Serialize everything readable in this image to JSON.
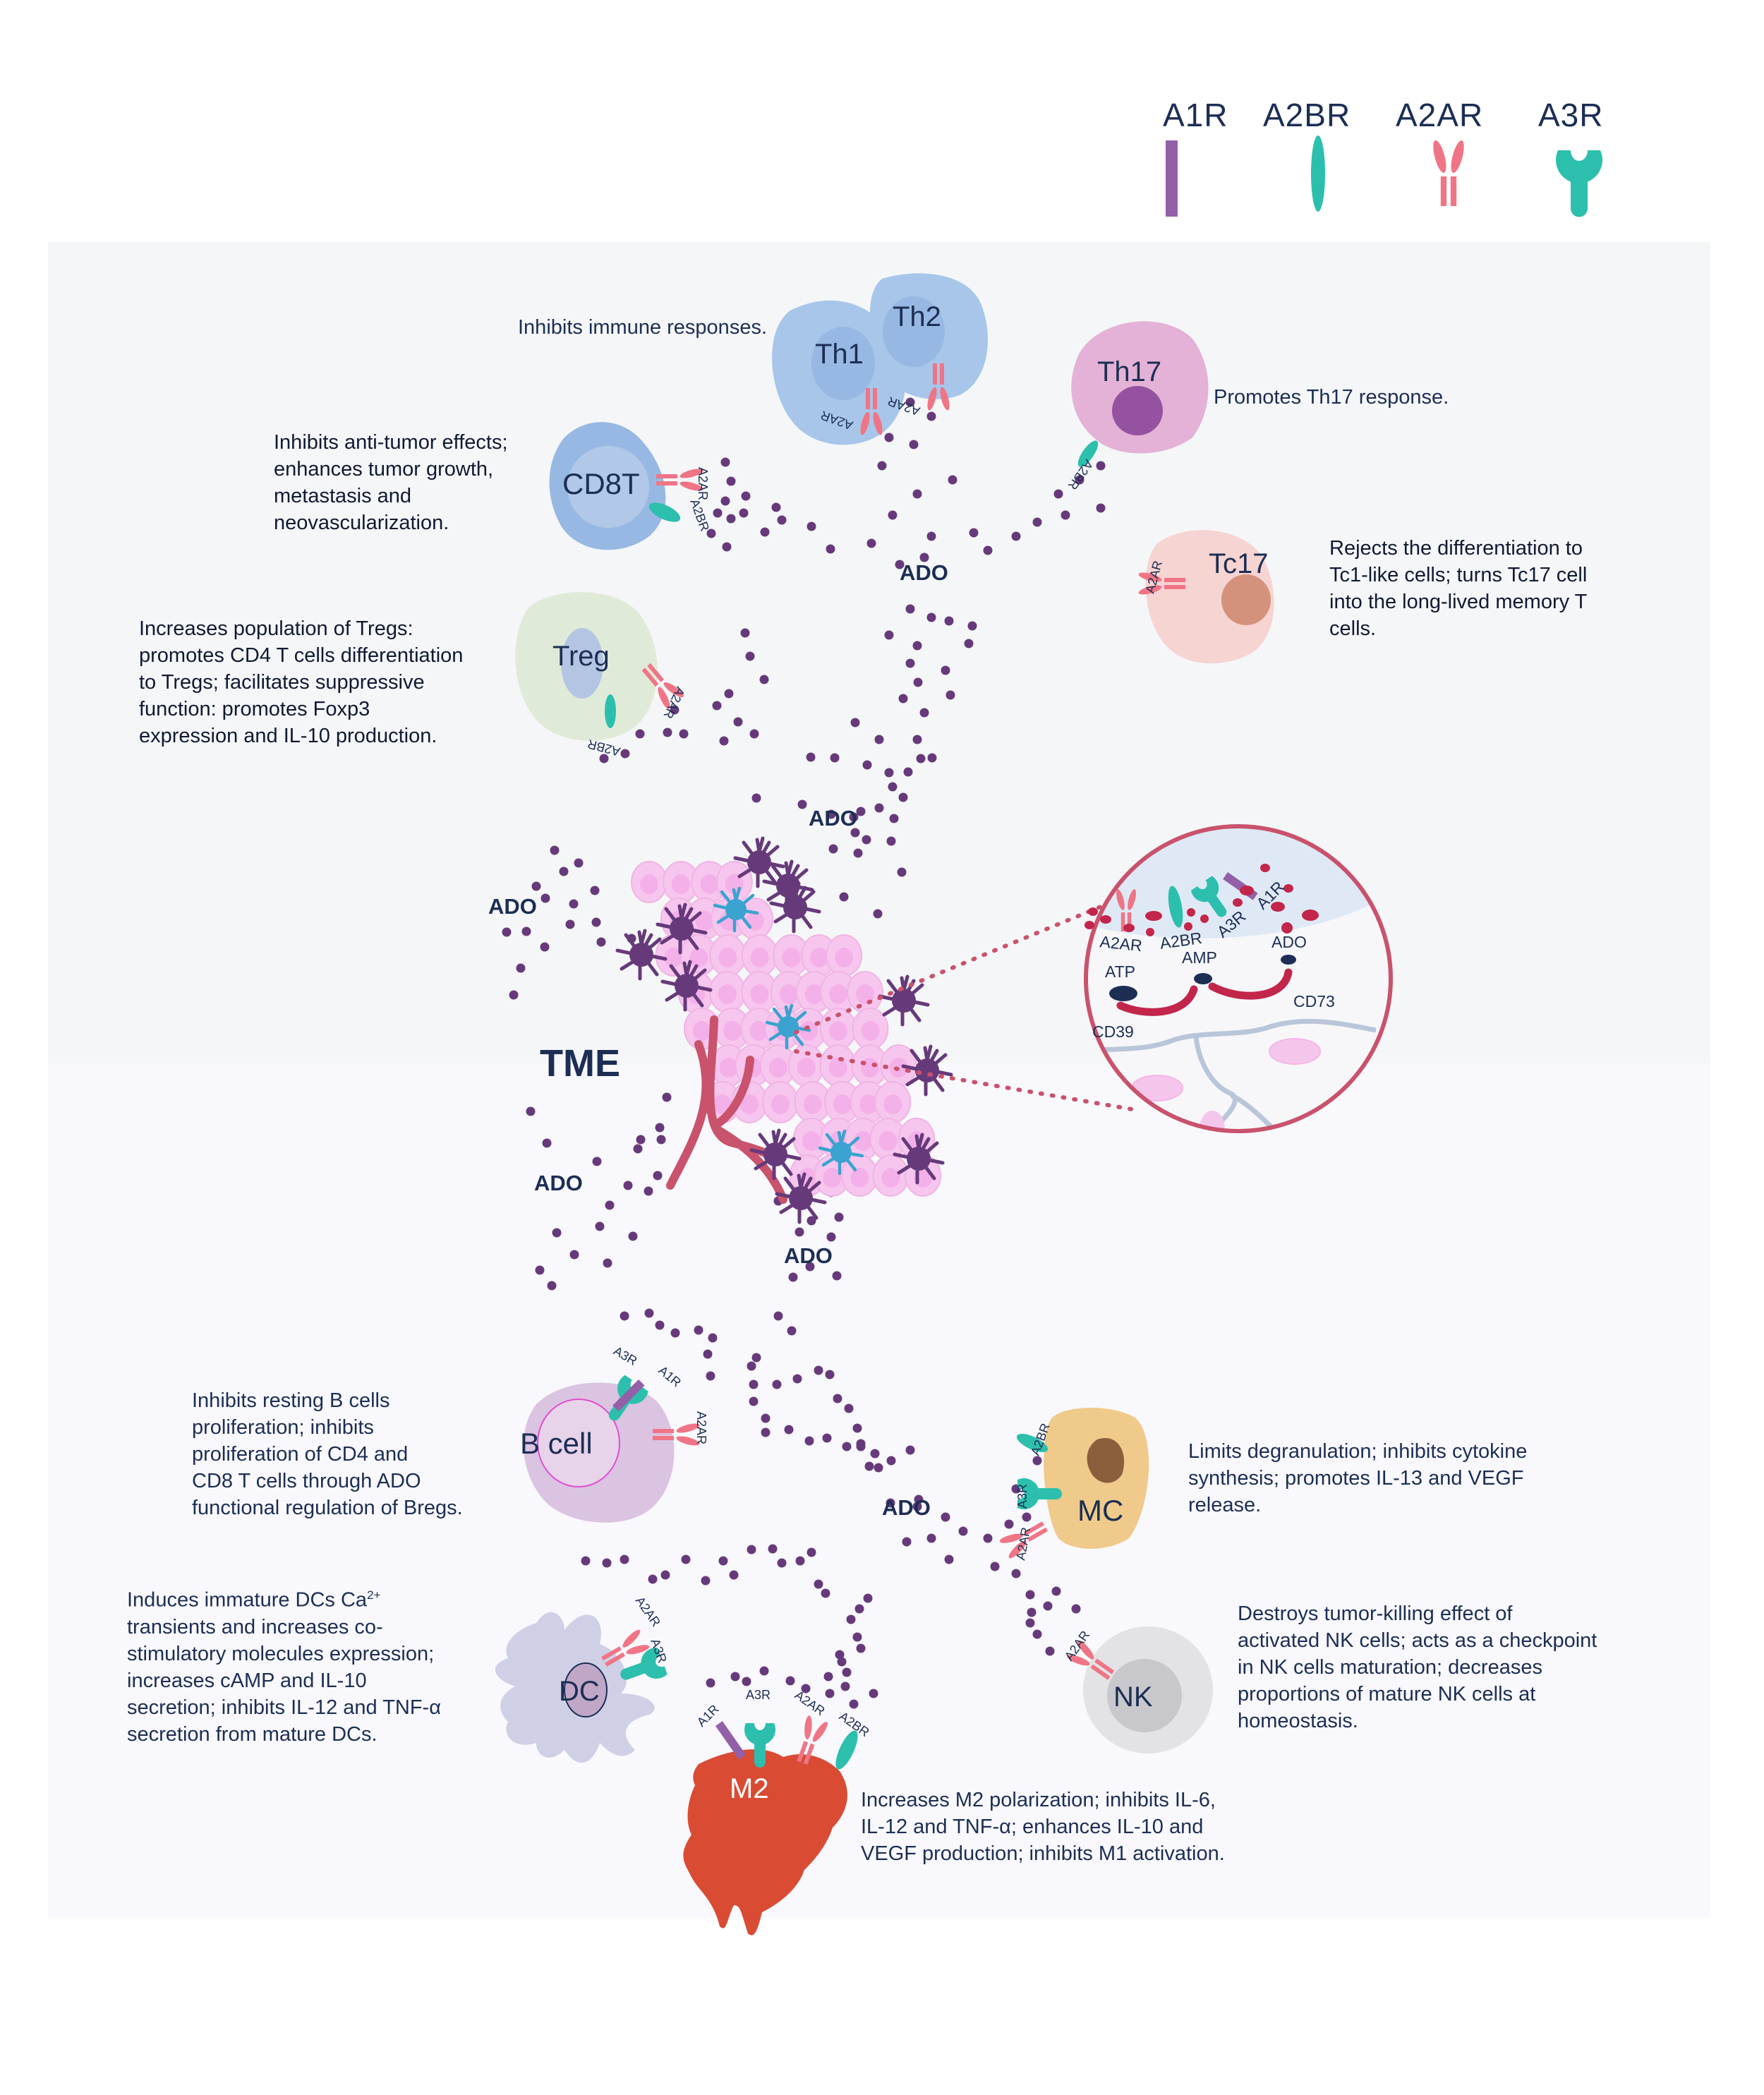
{
  "colors": {
    "navy_text": "#1c2e54",
    "ado_dot": "#663a7a",
    "a1r": "#9360a8",
    "a2br": "#2dbfad",
    "a2ar": "#ef7586",
    "a3r": "#2dbfad",
    "zoom_circle": "#c9526c",
    "enzyme_arc": "#c2264a",
    "panel_top": "#f5f6f8",
    "panel_bottom": "#f9f8fc"
  },
  "legend": [
    {
      "label": "A1R",
      "icon": "a1r-bar-icon"
    },
    {
      "label": "A2BR",
      "icon": "a2br-oval-icon"
    },
    {
      "label": "A2AR",
      "icon": "a2ar-antibody-icon"
    },
    {
      "label": "A3R",
      "icon": "a3r-wrench-icon"
    }
  ],
  "center": {
    "label": "TME"
  },
  "ado_label": "ADO",
  "cells": {
    "th1": {
      "label": "Th1",
      "receptors": [
        "A2AR"
      ]
    },
    "th2": {
      "label": "Th2",
      "receptors": [
        "A2AR"
      ]
    },
    "th17": {
      "label": "Th17",
      "receptors": [
        "A2BR"
      ]
    },
    "cd8t": {
      "label": "CD8T",
      "receptors": [
        "A2AR",
        "A2BR"
      ]
    },
    "tc17": {
      "label": "Tc17",
      "receptors": [
        "A2AR"
      ]
    },
    "treg": {
      "label": "Treg",
      "receptors": [
        "A2AR",
        "A2BR"
      ]
    },
    "bcell": {
      "label": "B cell",
      "receptors": [
        "A3R",
        "A1R",
        "A2AR"
      ]
    },
    "mc": {
      "label": "MC",
      "receptors": [
        "A2BR",
        "A3R",
        "A2AR"
      ]
    },
    "dc": {
      "label": "DC",
      "receptors": [
        "A2AR",
        "A3R"
      ]
    },
    "nk": {
      "label": "NK",
      "receptors": [
        "A2AR"
      ]
    },
    "m2": {
      "label": "M2",
      "receptors": [
        "A1R",
        "A3R",
        "A2AR",
        "A2BR"
      ]
    }
  },
  "descriptions": {
    "th": "Inhibits immune responses.",
    "th17": "Promotes Th17 response.",
    "cd8t": "Inhibits anti-tumor effects;\nenhances tumor growth,\nmetastasis and\nneovascularization.",
    "tc17": "Rejects the differentiation to\nTc1-like cells; turns Tc17 cell\n into the long-lived memory T\ncells.",
    "treg": "Increases population of Tregs:\npromotes CD4 T cells differentiation\nto Tregs; facilitates suppressive\nfunction: promotes Foxp3\nexpression and IL-10 production.",
    "bcell": "Inhibits resting B cells\nproliferation; inhibits\nproliferation of CD4 and\nCD8 T cells through ADO\nfunctional regulation of Bregs.",
    "mc": "Limits degranulation; inhibits cytokine\nsynthesis; promotes IL-13 and VEGF\nrelease.",
    "dc_prefix": "Induces immature DCs Ca",
    "dc_sup": "2+",
    "dc_rest": "\ntransients and increases co-\nstimulatory molecules expression;\nincreases cAMP and IL-10\nsecretion; inhibits IL-12 and TNF-α\nsecretion from mature DCs.",
    "nk": "Destroys tumor-killing effect of\nactivated NK cells; acts as a checkpoint\nin NK cells maturation; decreases\nproportions of mature NK cells at\nhomeostasis.",
    "m2": "Increases M2 polarization; inhibits IL-6,\nIL-12 and TNF-α; enhances IL-10 and\nVEGF production; inhibits M1 activation."
  },
  "inset": {
    "receptors": [
      "A2AR",
      "A2BR",
      "A3R",
      "A1R"
    ],
    "molecules": [
      "ATP",
      "AMP",
      "ADO"
    ],
    "enzymes": [
      "CD39",
      "CD73"
    ]
  }
}
